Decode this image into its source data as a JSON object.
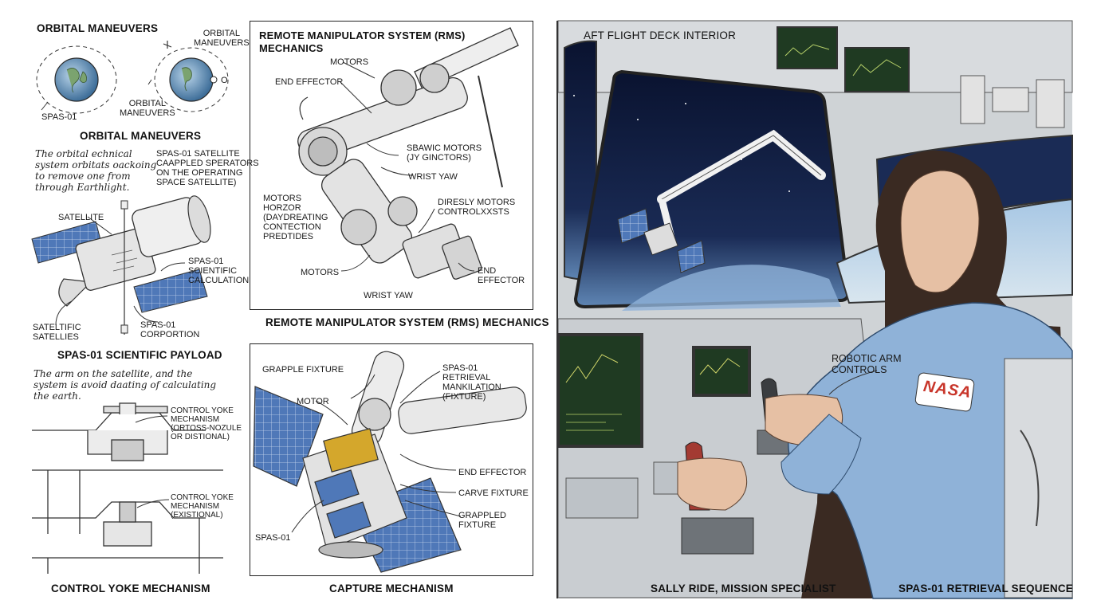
{
  "left_column": {
    "orbital_title_top": "ORBITAL MANEUVERS",
    "orbit_label_a": "ORBITAL MANEUVERS",
    "orbit_label_b": "ORBITAL MANEUVERS",
    "orbit_label_spas": "SPAS-01",
    "orbit_label_o": "O",
    "orbital_title_mid": "ORBITAL MANEUVERS",
    "hand_note_1": [
      "The orbital echnical",
      "system orbitats oackoing",
      "to remove one from",
      "through Earthlight."
    ],
    "spas_caption_1": [
      "SPAS-01 SATELLITE",
      "CAAPPLED SPERATORS",
      "ON THE OPERATING",
      "SPACE SATELLITE)"
    ],
    "satellite_label": "SATELLITE",
    "spas_sci_calc": [
      "SPAS-01",
      "SCIENTIFIC",
      "CALCULATION"
    ],
    "sateltific": [
      "SATELTIFIC",
      "SATELLIES"
    ],
    "spas_corp": [
      "SPAS-01",
      "CORPORTION"
    ],
    "payload_title": "SPAS-01 SCIENTIFIC PAYLOAD",
    "hand_note_2": [
      "The arm on the satellite, and the",
      "system is avoid daating of calculating",
      "the earth."
    ],
    "yoke_label_1": [
      "CONTROL YOKE",
      "MECHANISM",
      "(ORTOSS-NOZULE",
      "OR DISTIONAL)"
    ],
    "yoke_label_2": [
      "CONTROL YOKE",
      "MECHANISM",
      "(EXISTIONAL)"
    ],
    "yoke_title": "CONTROL YOKE MECHANISM"
  },
  "rms_panel": {
    "header": [
      "REMOTE MANIPULATOR SYSTEM (RMS)",
      "MECHANICS"
    ],
    "motors_top": "MOTORS",
    "end_effector_top": "END EFFECTOR",
    "sbaric": [
      "SBAWIC MOTORS",
      "(JY GINCTORS)"
    ],
    "wrist_yaw_top": "WRIST YAW",
    "motors_horzor": [
      "MOTORS",
      "HORZOR",
      "(DAYDREATING",
      "CONTECTION",
      "PREDTIDES"
    ],
    "diresly": [
      "DIRESLY MOTORS",
      "CONTROLXXSTS"
    ],
    "motors_bottom": "MOTORS",
    "end_effector_bottom": [
      "END",
      "EFFECTOR"
    ],
    "wrist_yaw_bottom": "WRIST YAW",
    "caption": "REMOTE MANIPULATOR SYSTEM (RMS) MECHANICS"
  },
  "capture_panel": {
    "grapple_fixture": "GRAPPLE FIXTURE",
    "motor": "MOTOR",
    "spas_retrieval": [
      "SPAS-01",
      "RETRIEVAL",
      "MANKILATION",
      "(FIXTURE)"
    ],
    "end_effector": "END EFFECTOR",
    "carve_fixture": "CARVE FIXTURE",
    "grappled_fixture": [
      "GRAPPLED",
      "FIXTURE"
    ],
    "spas_label": "SPAS-01",
    "caption": "CAPTURE MECHANISM"
  },
  "right_panel": {
    "title": "AFT FLIGHT DECK INTERIOR",
    "robotic_arm_controls": [
      "ROBOTIC ARM",
      "CONTROLS"
    ],
    "patch_text": "NASA",
    "caption_left": "SALLY RIDE, MISSION SPECIALIST",
    "caption_right": "SPAS-01 RETRIEVAL SEQUENCE"
  },
  "colors": {
    "panel_blue": "#4f78b8",
    "earth_green": "#6f9a6a",
    "space_dark": "#0f1a36",
    "suit_blue": "#8fb2d8",
    "console_grey": "#c9cdd1",
    "screen_green": "#1f3a22",
    "gold": "#d4a72c",
    "nasa_red": "#c8352a"
  }
}
